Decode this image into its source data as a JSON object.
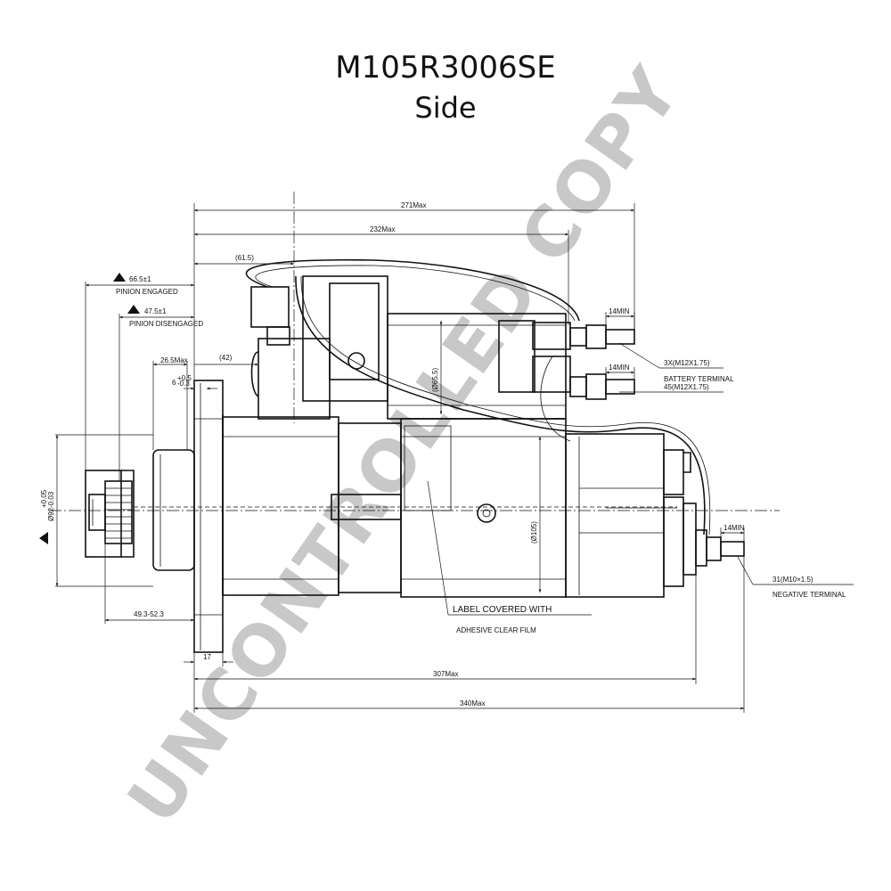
{
  "title": "M105R3006SE",
  "subtitle": "Side",
  "watermark": "UNCONTROLLED COPY",
  "dimensions": {
    "d271": "271Max",
    "d232": "232Max",
    "d615": "(61.5)",
    "d665": "66.5±1",
    "pinion_engaged": "PINION ENGAGED",
    "d475": "47.5±1",
    "pinion_disengaged": "PINION DISENGAGED",
    "d265": "26.5Max",
    "d42": "(42)",
    "d6": "6",
    "d6_tol_top": "+0.5",
    "d6_tol_bottom": "-0.3",
    "d655": "(Ø65.5)",
    "d105": "(Ø105)",
    "d92": "Ø92",
    "d92_tol_top": "+0.05",
    "d92_tol_bottom": "-0.03",
    "d493": "49.3-52.3",
    "d17": "17",
    "d307": "307Max",
    "d340": "340Max",
    "min14_a": "14MIN",
    "min14_b": "14MIN",
    "min14_c": "14MIN"
  },
  "callouts": {
    "battery_terminal_thread": "3X(M12X1.75)",
    "battery_terminal_label": "BATTERY TERMINAL",
    "terminal_45": "45(M12X1.75)",
    "negative_thread": "31(M10×1.5)",
    "negative_label": "NEGATIVE TERMINAL",
    "label_line1": "LABEL COVERED WITH",
    "label_line2": "ADHESIVE CLEAR FILM"
  }
}
